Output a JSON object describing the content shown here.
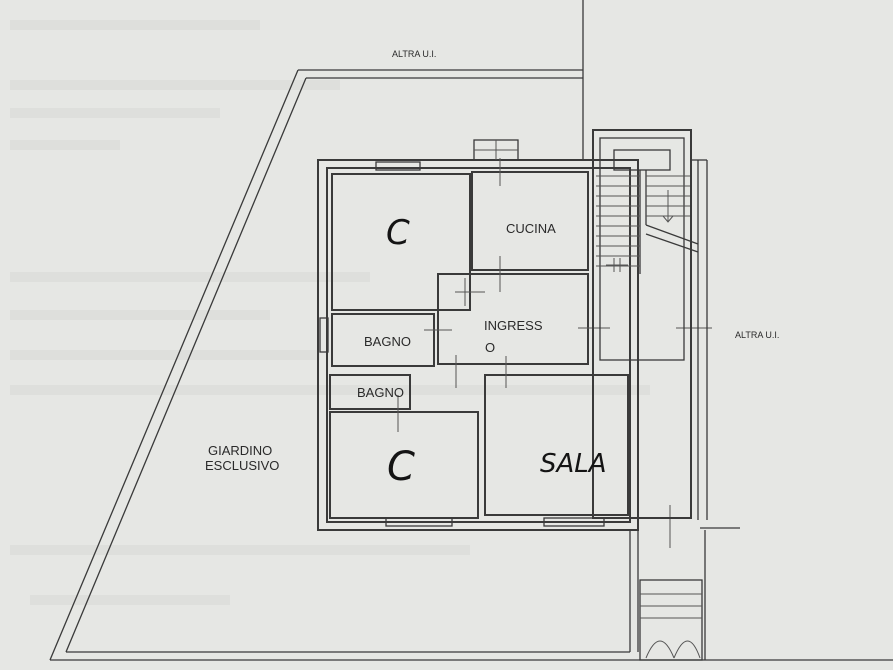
{
  "labels": {
    "altra_top": "ALTRA U.I.",
    "altra_right": "ALTRA U.I.",
    "cucina": "CUCINA",
    "ingresso_1": "INGRESS",
    "ingresso_2": "O",
    "bagno_1": "BAGNO",
    "bagno_2": "BAGNO",
    "camera_1": "C",
    "camera_2": "C",
    "sala": "SALA",
    "giardino_1": "GIARDINO",
    "giardino_2": "ESCLUSIVO"
  },
  "colors": {
    "paper": "#e6e7e4",
    "ink": "#3a3a3a"
  }
}
